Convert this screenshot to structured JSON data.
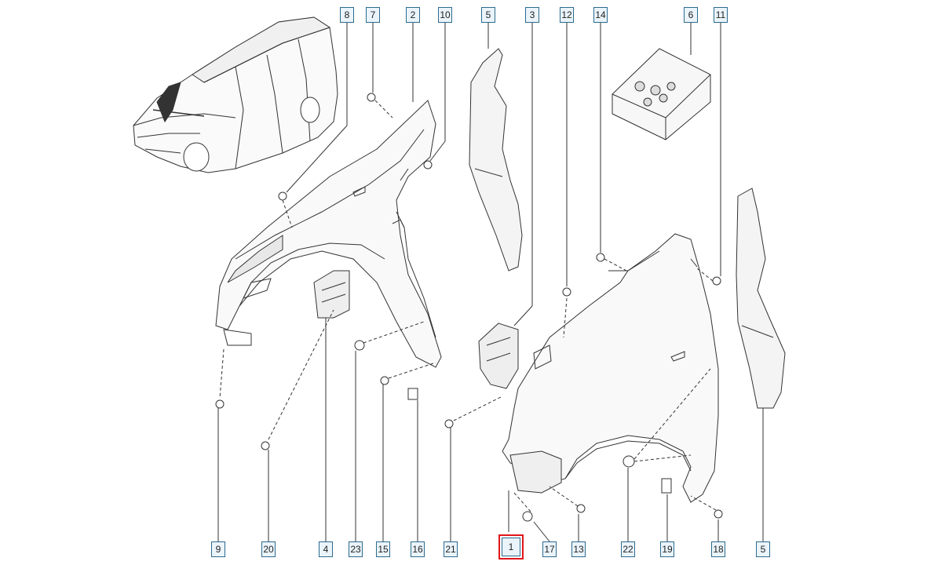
{
  "diagram": {
    "selected_part": "1",
    "accent_color": "#e0151b",
    "callout_color": "#2d6b8f",
    "callouts": {
      "c8": "8",
      "c7": "7",
      "c2": "2",
      "c10": "10",
      "c5a": "5",
      "c3": "3",
      "c12": "12",
      "c14": "14",
      "c6": "6",
      "c11": "11",
      "c9": "9",
      "c20": "20",
      "c4": "4",
      "c23": "23",
      "c15": "15",
      "c16": "16",
      "c21": "21",
      "c1": "1",
      "c17": "17",
      "c13": "13",
      "c22": "22",
      "c19": "19",
      "c18": "18",
      "c5b": "5"
    }
  }
}
